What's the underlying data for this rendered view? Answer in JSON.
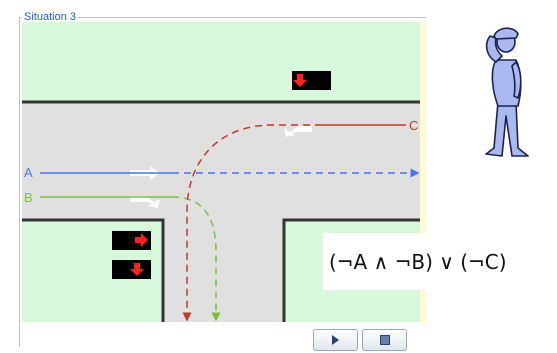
{
  "panel": {
    "title": "Situation 3"
  },
  "scene": {
    "lanes": [
      {
        "id": "A",
        "label": "A",
        "color": "#4a73e8"
      },
      {
        "id": "B",
        "label": "B",
        "color": "#7fbf3f"
      },
      {
        "id": "C",
        "label": "C",
        "color": "#c0392b"
      }
    ],
    "colors": {
      "grass": "#d8f8dc",
      "road": "#e0e0e0",
      "curb": "#333333",
      "signal_arrow": "#ff2020",
      "signal_box": "#000000"
    },
    "signals": [
      {
        "name": "signal-top",
        "arrow": "down"
      },
      {
        "name": "signal-left-upper",
        "arrow": "right"
      },
      {
        "name": "signal-left-lower",
        "arrow": "down"
      }
    ]
  },
  "formula": {
    "text": "(¬A ∧ ¬B)  ∨  (¬C)"
  },
  "controls": {
    "play_icon": "play-icon",
    "stop_icon": "stop-icon"
  },
  "officer": {
    "icon": "traffic-officer-icon",
    "color": "#a9b8ef"
  }
}
